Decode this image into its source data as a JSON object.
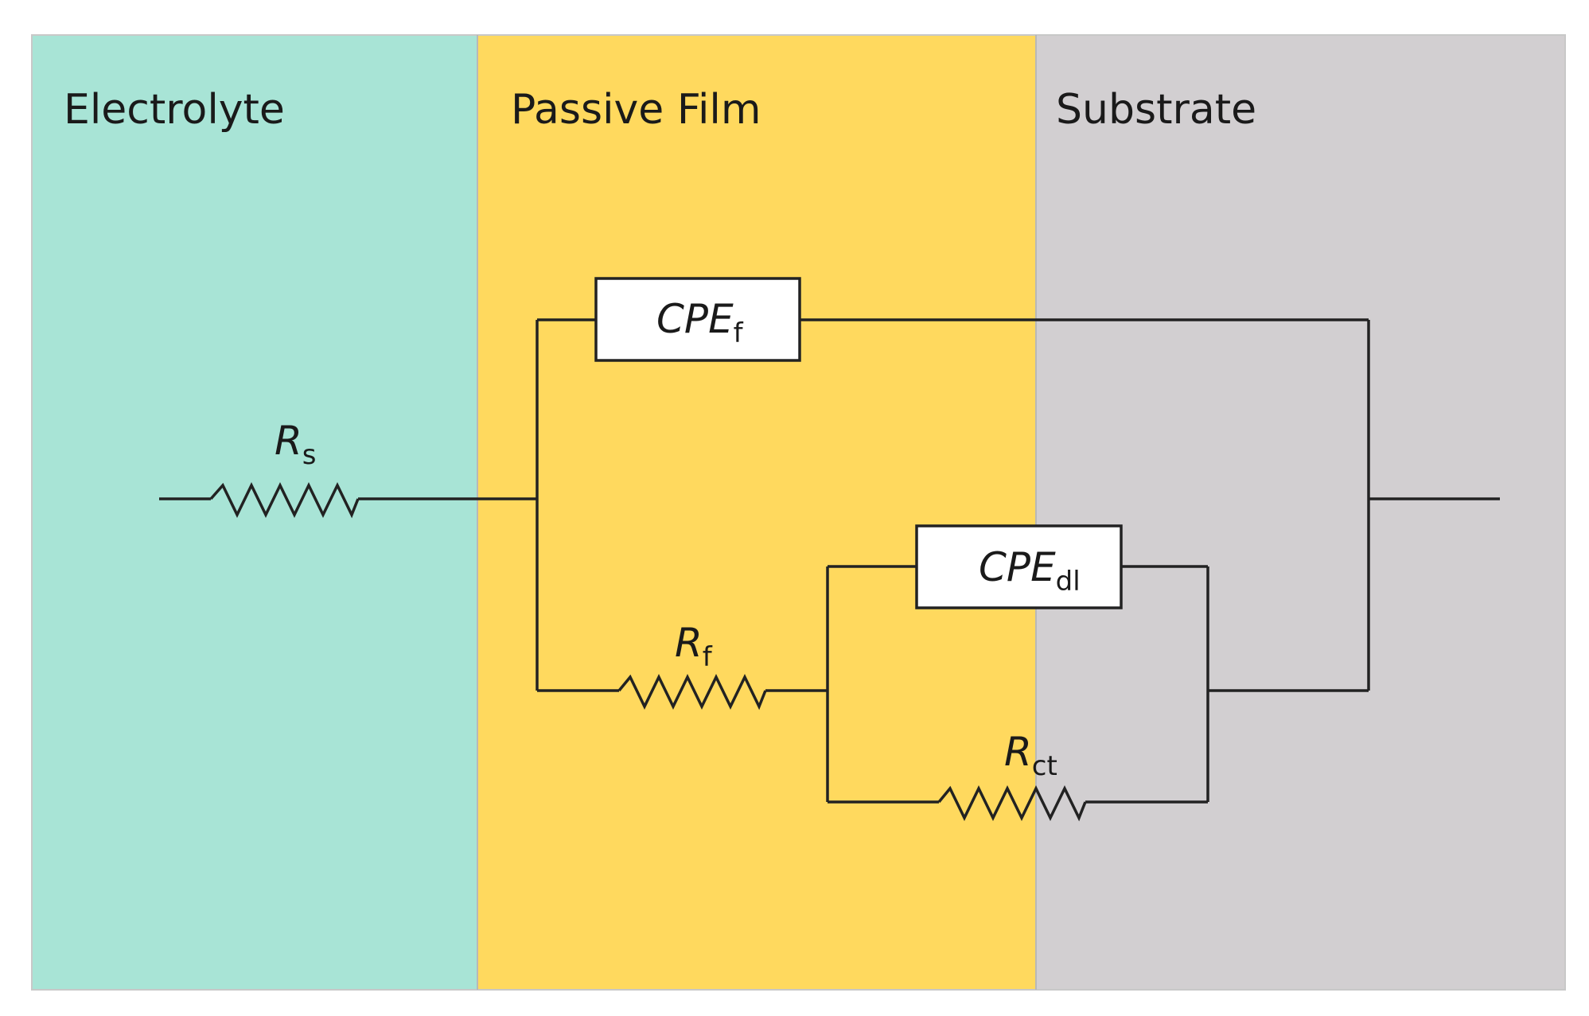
{
  "regions": [
    {
      "name": "electrolyte",
      "label": "Electrolyte",
      "color": "#a8e4d6"
    },
    {
      "name": "passive-film",
      "label": "Passive Film",
      "color": "#ffd95e"
    },
    {
      "name": "substrate",
      "label": "Substrate",
      "color": "#d2cfd1"
    }
  ],
  "components": {
    "rs": {
      "main": "R",
      "sub": "s"
    },
    "cpef": {
      "main": "CPE",
      "sub": "f"
    },
    "rf": {
      "main": "R",
      "sub": "f"
    },
    "cpedl": {
      "main": "CPE",
      "sub": "dl"
    },
    "rct": {
      "main": "R",
      "sub": "ct"
    }
  },
  "colors": {
    "wire": "#222222",
    "box_fill": "#ffffff",
    "frame": "#c8c8c8"
  }
}
